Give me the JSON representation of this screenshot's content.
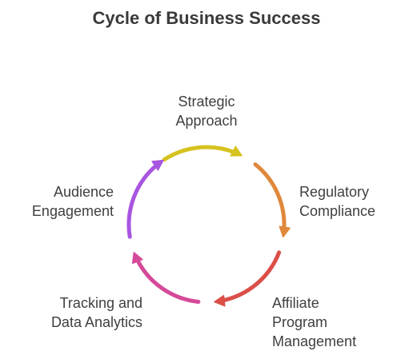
{
  "title": "Cycle of Business Success",
  "stages": [
    {
      "lines": [
        "Strategic",
        "Approach"
      ],
      "color": "#d6c21f"
    },
    {
      "lines": [
        "Regulatory",
        "Compliance"
      ],
      "color": "#e0883a"
    },
    {
      "lines": [
        "Affiliate",
        "Program",
        "Management"
      ],
      "color": "#db4f48"
    },
    {
      "lines": [
        "Tracking and",
        "Data Analytics"
      ],
      "color": "#d54a98"
    },
    {
      "lines": [
        "Audience",
        "Engagement"
      ],
      "color": "#a855e0"
    }
  ]
}
